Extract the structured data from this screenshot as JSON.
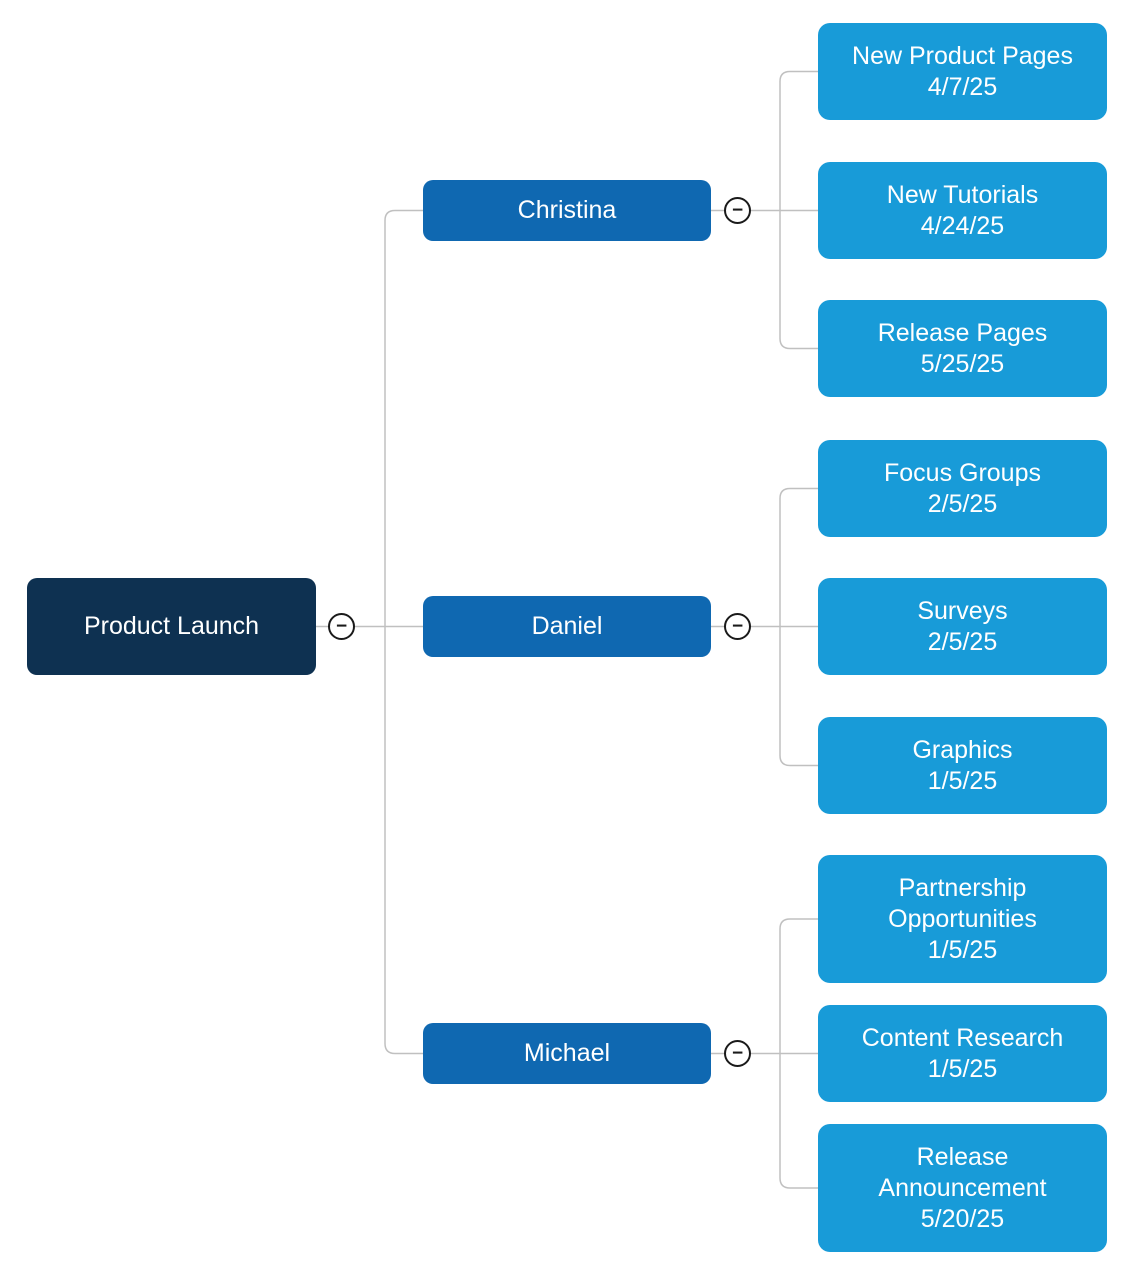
{
  "diagram": {
    "type": "mind-map",
    "root": {
      "label": "Product Launch"
    },
    "branches": [
      {
        "label": "Christina",
        "tasks": [
          {
            "title": "New Product Pages",
            "date": "4/7/25"
          },
          {
            "title": "New Tutorials",
            "date": "4/24/25"
          },
          {
            "title": "Release Pages",
            "date": "5/25/25"
          }
        ]
      },
      {
        "label": "Daniel",
        "tasks": [
          {
            "title": "Focus Groups",
            "date": "2/5/25"
          },
          {
            "title": "Surveys",
            "date": "2/5/25"
          },
          {
            "title": "Graphics",
            "date": "1/5/25"
          }
        ]
      },
      {
        "label": "Michael",
        "tasks": [
          {
            "title": "Partnership Opportunities",
            "date": "1/5/25"
          },
          {
            "title": "Content Research",
            "date": "1/5/25"
          },
          {
            "title": "Release Announcement",
            "date": "5/20/25"
          }
        ]
      }
    ],
    "collapse_button": {
      "symbol": "−"
    }
  },
  "colors": {
    "root_bg": "#0E3151",
    "branch_bg": "#0F68B1",
    "leaf_bg": "#189BD8",
    "node_text": "#FFFFFF",
    "connector": "#C0C0C0",
    "collapse_stroke": "#1A1A1A",
    "canvas_bg": "#FFFFFF"
  }
}
